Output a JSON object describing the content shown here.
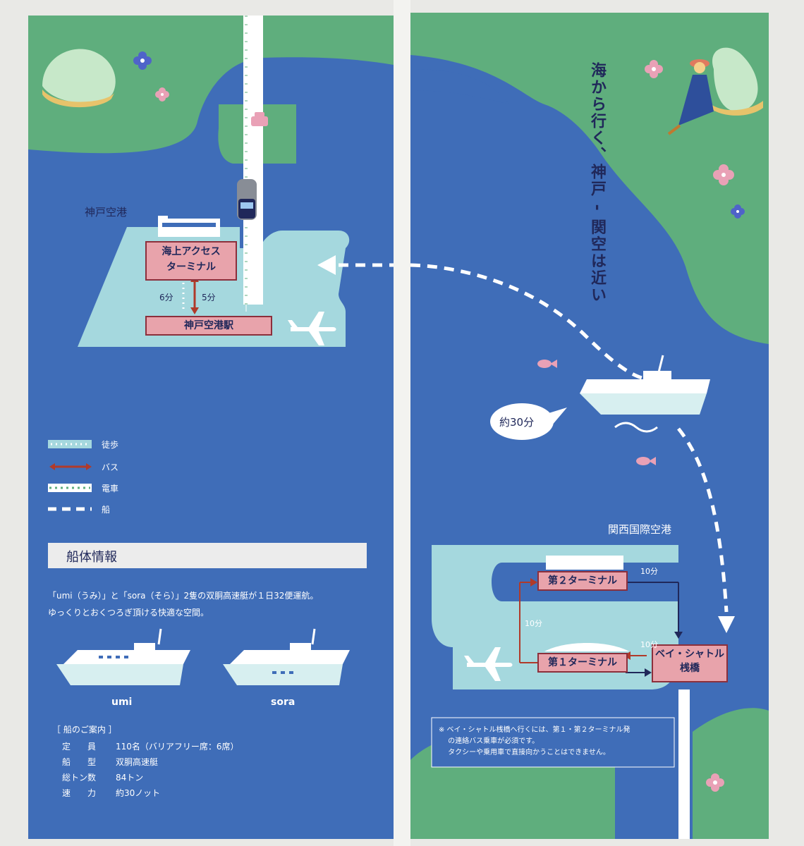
{
  "left": {
    "kobe_airport_title": "神戸空港",
    "sea_access_terminal": "海上アクセス\nターミナル",
    "kobe_airport_station": "神戸空港駅",
    "walk_time": "6分",
    "bus_time": "5分",
    "legend": [
      {
        "icon": "walk-line-icon",
        "label": "徒歩"
      },
      {
        "icon": "bus-line-icon",
        "label": "バス"
      },
      {
        "icon": "train-line-icon",
        "label": "電車"
      },
      {
        "icon": "ship-line-icon",
        "label": "船"
      }
    ],
    "ship_info_title": "船体情報",
    "ship_info_desc": [
      "「umi（うみ）」と「sora（そら）」2隻の双胴高速艇が１日32便運航。",
      "ゆっくりとおくつろぎ頂ける快適な空間。"
    ],
    "ships": [
      "umi",
      "sora"
    ],
    "guide_title": "［ 船のご案内 ］",
    "guide": [
      {
        "k": "定　　員",
        "v": "110名（バリアフリー席：6席）"
      },
      {
        "k": "船　　型",
        "v": "双胴高速艇"
      },
      {
        "k": "総トン数",
        "v": "84トン"
      },
      {
        "k": "速　　力",
        "v": "約30ノット"
      }
    ]
  },
  "right": {
    "headline": "海から行く、神戸 - 関空は近い",
    "duration_bubble": "約30分",
    "kansai_title": "関西国際空港",
    "terminal2": "第２ターミナル",
    "terminal1": "第１ターミナル",
    "bay_shuttle": "ベイ・シャトル\n桟橋",
    "time_t2_to_pier": "10分",
    "time_t1_to_t2": "10分",
    "time_pier_to_t1": "10分",
    "note": [
      "※ ベイ・シャトル桟橋へ行くには、第１・第２ターミナル発",
      "　 の連絡バス乗車が必須です。",
      "　 タクシーや乗用車で直接向かうことはできません。"
    ]
  },
  "colors": {
    "sea": "#3f6db8",
    "land": "#5fae7d",
    "island": "#a5d8de",
    "pink": "#e8a3ab",
    "bus_arrow": "#b03a2a"
  }
}
